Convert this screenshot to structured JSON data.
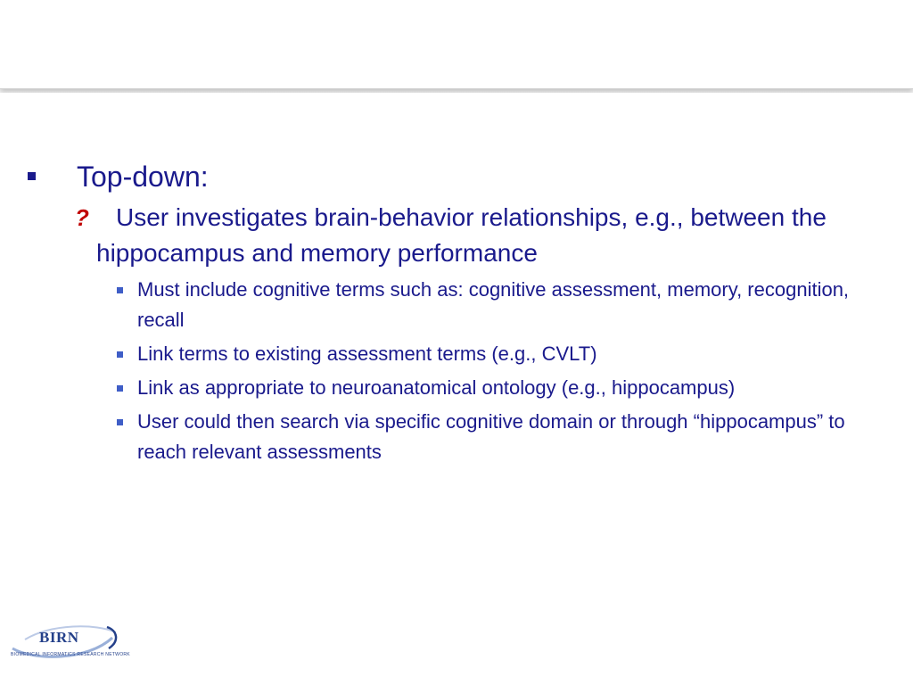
{
  "slide": {
    "level1": {
      "text": "Top-down:"
    },
    "level2": {
      "marker": "?",
      "text": "User investigates brain-behavior relationships, e.g., between the hippocampus and memory performance"
    },
    "level3": [
      {
        "text": "Must include cognitive terms such as: cognitive assessment, memory, recognition, recall"
      },
      {
        "text": "Link terms to existing assessment terms (e.g., CVLT)"
      },
      {
        "text": "Link as appropriate to neuroanatomical ontology (e.g., hippocampus)"
      },
      {
        "text": "User could then search via specific cognitive domain or through “hippocampus” to reach relevant assessments"
      }
    ]
  },
  "logo": {
    "name": "BIRN",
    "subtitle": "BIOMEDICAL INFORMATICS RESEARCH NETWORK"
  },
  "colors": {
    "text": "#1a1a8c",
    "marker": "#c00000",
    "sub_bullet": "#3f5ec7",
    "logo": "#24408a"
  }
}
